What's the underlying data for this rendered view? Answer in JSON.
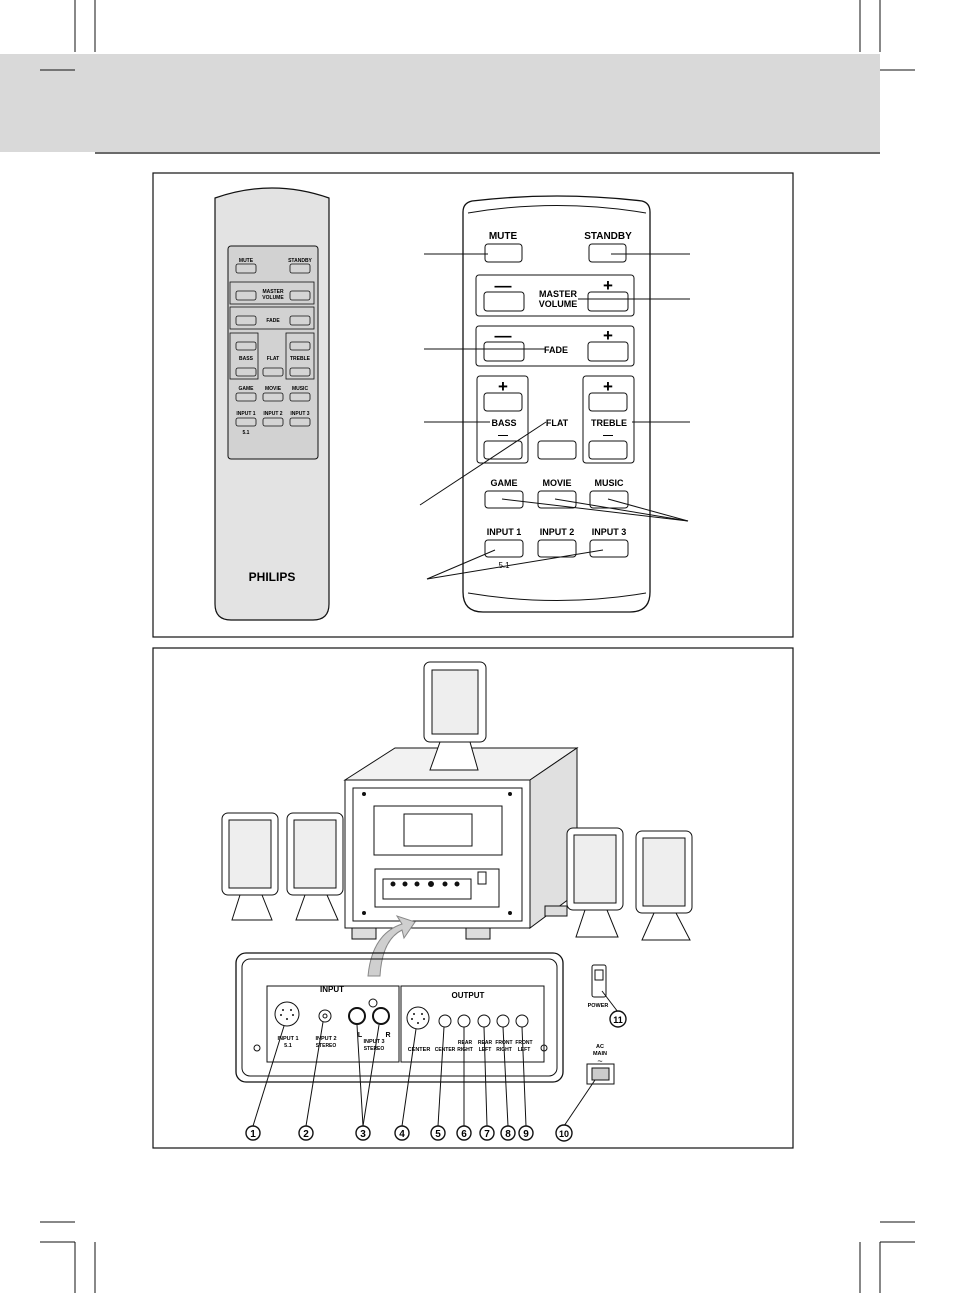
{
  "remote": {
    "brand": "PHILIPS",
    "mute": "MUTE",
    "standby": "STANDBY",
    "master_line1": "MASTER",
    "master_line2": "VOLUME",
    "fade": "FADE",
    "bass": "BASS",
    "flat": "FLAT",
    "treble": "TREBLE",
    "game": "GAME",
    "movie": "MOVIE",
    "music": "MUSIC",
    "input1": "INPUT 1",
    "input2": "INPUT 2",
    "input3": "INPUT 3",
    "input1_sub": "5.1",
    "plus": "+",
    "minus": "—"
  },
  "panel": {
    "input_title": "INPUT",
    "output_title": "OUTPUT",
    "input1_line1": "INPUT 1",
    "input1_line2": "5.1",
    "input2_line1": "INPUT 2",
    "input2_line2": "STEREO",
    "input3_line1": "INPUT 3",
    "input3_line2": "STEREO",
    "left": "L",
    "right": "R",
    "center": "CENTER",
    "center2": "CENTER",
    "rear_right_1": "REAR",
    "rear_right_2": "RIGHT",
    "rear_left_1": "REAR",
    "rear_left_2": "LEFT",
    "front_right_1": "FRONT",
    "front_right_2": "RIGHT",
    "front_left_1": "FRONT",
    "front_left_2": "LEFT",
    "power": "POWER",
    "ac_main_1": "AC",
    "ac_main_2": "MAIN",
    "ac_symbol": "~"
  },
  "callouts": [
    "1",
    "2",
    "3",
    "4",
    "5",
    "6",
    "7",
    "8",
    "9",
    "10",
    "11"
  ],
  "colors": {
    "header_band": "#d9d9d9",
    "remote_body": "#e2e2e2",
    "line": "#111111"
  }
}
